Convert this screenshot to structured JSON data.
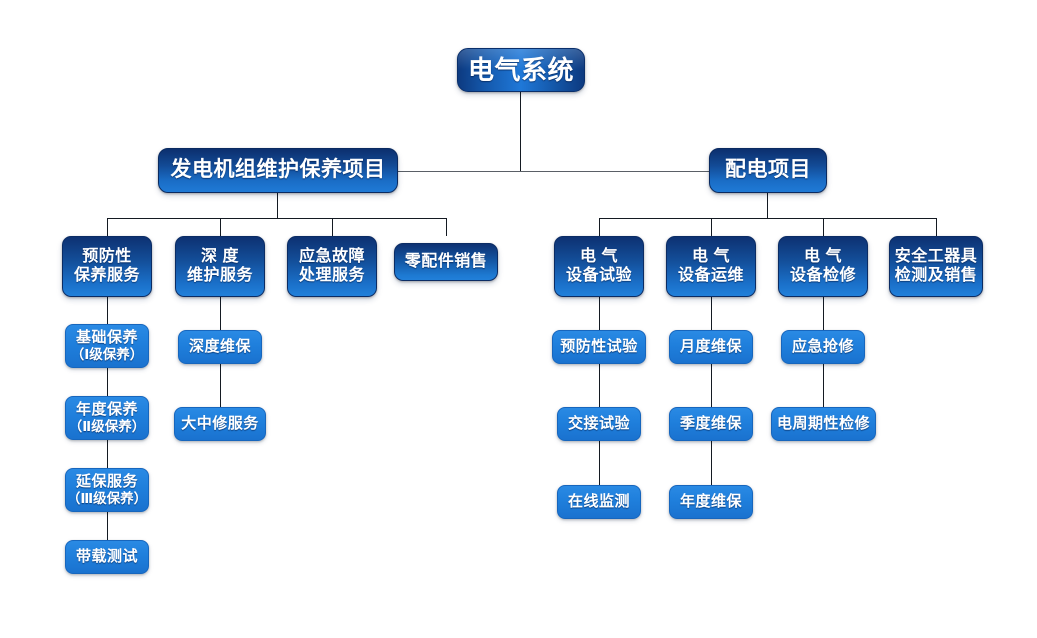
{
  "diagram": {
    "title": "电气系统",
    "root": {
      "label": "电气系统"
    },
    "branches": [
      {
        "key": "generator",
        "label": "发电机组维护保养项目",
        "children": [
          {
            "label_line1": "预防性",
            "label_line2": "保养服务",
            "leaves": [
              {
                "line1": "基础保养",
                "line2": "（Ⅰ级保养）"
              },
              {
                "line1": "年度保养",
                "line2": "（Ⅱ级保养）"
              },
              {
                "line1": "延保服务",
                "line2": "（Ⅲ级保养）"
              },
              {
                "line1": "带载测试",
                "line2": ""
              }
            ]
          },
          {
            "label_line1": "深  度",
            "label_line2": "维护服务",
            "leaves": [
              {
                "line1": "深度维保",
                "line2": ""
              },
              {
                "line1": "大中修服务",
                "line2": ""
              }
            ]
          },
          {
            "label_line1": "应急故障",
            "label_line2": "处理服务",
            "leaves": []
          },
          {
            "label_line1": "零配件销售",
            "label_line2": "",
            "leaves": []
          }
        ]
      },
      {
        "key": "distribution",
        "label": "配电项目",
        "children": [
          {
            "label_line1": "电  气",
            "label_line2": "设备试验",
            "leaves": [
              {
                "line1": "预防性试验",
                "line2": ""
              },
              {
                "line1": "交接试验",
                "line2": ""
              },
              {
                "line1": "在线监测",
                "line2": ""
              }
            ]
          },
          {
            "label_line1": "电  气",
            "label_line2": "设备运维",
            "leaves": [
              {
                "line1": "月度维保",
                "line2": ""
              },
              {
                "line1": "季度维保",
                "line2": ""
              },
              {
                "line1": "年度维保",
                "line2": ""
              }
            ]
          },
          {
            "label_line1": "电  气",
            "label_line2": "设备检修",
            "leaves": [
              {
                "line1": "应急抢修",
                "line2": ""
              },
              {
                "line1": "电周期性检修",
                "line2": ""
              }
            ]
          },
          {
            "label_line1": "安全工器具",
            "label_line2": "检测及销售",
            "leaves": []
          }
        ]
      }
    ],
    "colors": {
      "background": "#ffffff",
      "root_dark": "#0d3a80",
      "root_bright": "#1f78d8",
      "level2_top": "#0c2f6e",
      "level2_bottom": "#1f7ad6",
      "level3_top": "#0d3172",
      "level3_bottom": "#2180da",
      "leaf_top": "#2a8ae4",
      "leaf_bottom": "#1a72cf",
      "connector": "#141a22",
      "text": "#ffffff"
    }
  }
}
